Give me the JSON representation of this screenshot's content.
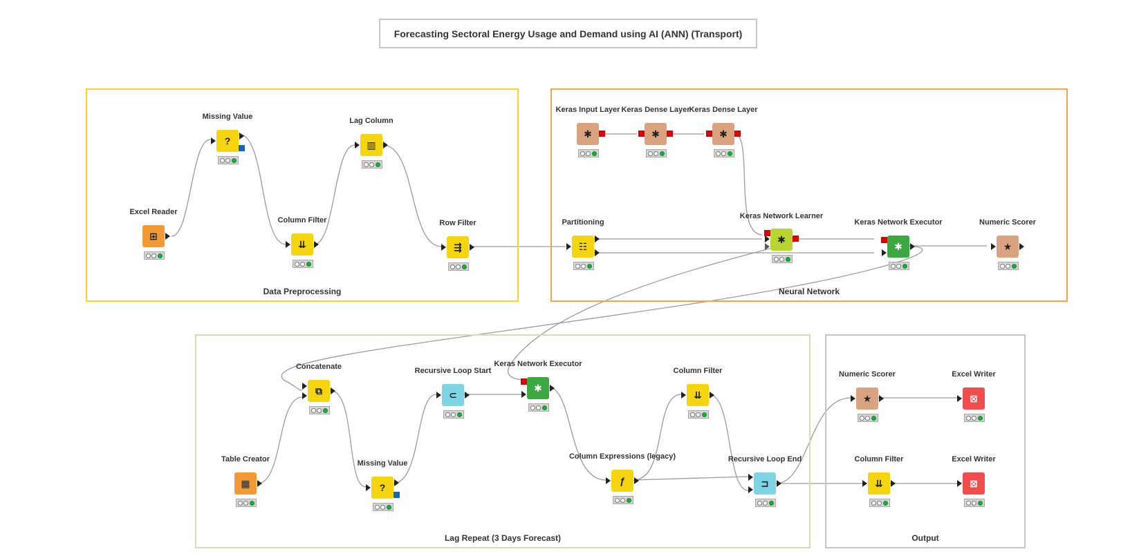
{
  "workflow_title": "Forecasting Sectoral Energy Usage and Demand using AI (ANN) (Transport)",
  "annotations": [
    {
      "id": "data-preprocessing",
      "label": "Data Preprocessing",
      "color": "#f5d52a"
    },
    {
      "id": "neural-network",
      "label": "Neural Network",
      "color": "#f2a44b"
    },
    {
      "id": "lag-repeat",
      "label": "Lag Repeat (3 Days Forecast)",
      "color": "#d6dcb8"
    },
    {
      "id": "output",
      "label": "Output",
      "color": "#c4c4c4"
    }
  ],
  "node_colors": {
    "source": "#f39a36",
    "manipulator": "#f5d50f",
    "learner": "#b9d531",
    "predictor": "#3da741",
    "other": "#d9a37f",
    "loop": "#7fd4e3",
    "sink": "#f04e4e"
  },
  "nodes": [
    {
      "id": "excel-reader",
      "label": "Excel Reader",
      "type": "source",
      "icon": "excel-reader-icon",
      "glyph": "⊞"
    },
    {
      "id": "missing-value-1",
      "label": "Missing Value",
      "type": "manipulator",
      "icon": "question-mark-icon",
      "glyph": "?"
    },
    {
      "id": "column-filter-1",
      "label": "Column Filter",
      "type": "manipulator",
      "icon": "column-filter-icon",
      "glyph": "⇊"
    },
    {
      "id": "lag-column",
      "label": "Lag Column",
      "type": "manipulator",
      "icon": "lag-column-icon",
      "glyph": "▥"
    },
    {
      "id": "row-filter",
      "label": "Row Filter",
      "type": "manipulator",
      "icon": "row-filter-icon",
      "glyph": "⇶"
    },
    {
      "id": "keras-input-layer",
      "label": "Keras Input Layer",
      "type": "other",
      "icon": "keras-neural-icon",
      "glyph": "✱"
    },
    {
      "id": "keras-dense-layer-1",
      "label": "Keras Dense Layer",
      "type": "other",
      "icon": "keras-neural-icon",
      "glyph": "✱"
    },
    {
      "id": "keras-dense-layer-2",
      "label": "Keras Dense Layer",
      "type": "other",
      "icon": "keras-neural-icon",
      "glyph": "✱"
    },
    {
      "id": "partitioning",
      "label": "Partitioning",
      "type": "manipulator",
      "icon": "partitioning-icon",
      "glyph": "☷"
    },
    {
      "id": "keras-network-learner",
      "label": "Keras Network Learner",
      "type": "learner",
      "icon": "keras-neural-icon",
      "glyph": "✱"
    },
    {
      "id": "keras-network-executor-1",
      "label": "Keras Network Executor",
      "type": "predictor",
      "icon": "keras-neural-icon",
      "glyph": "✱"
    },
    {
      "id": "numeric-scorer-1",
      "label": "Numeric Scorer",
      "type": "other",
      "icon": "numeric-scorer-icon",
      "glyph": "★"
    },
    {
      "id": "concatenate",
      "label": "Concatenate",
      "type": "manipulator",
      "icon": "concatenate-icon",
      "glyph": "⧉"
    },
    {
      "id": "table-creator",
      "label": "Table Creator",
      "type": "source",
      "icon": "table-creator-icon",
      "glyph": "▦"
    },
    {
      "id": "missing-value-2",
      "label": "Missing Value",
      "type": "manipulator",
      "icon": "question-mark-icon",
      "glyph": "?"
    },
    {
      "id": "recursive-loop-start",
      "label": "Recursive Loop Start",
      "type": "loop",
      "icon": "loop-start-icon",
      "glyph": "⊂"
    },
    {
      "id": "keras-network-executor-2",
      "label": "Keras Network Executor",
      "type": "predictor",
      "icon": "keras-neural-icon",
      "glyph": "✱"
    },
    {
      "id": "column-expressions",
      "label": "Column Expressions (legacy)",
      "type": "manipulator",
      "icon": "column-expressions-icon",
      "glyph": "ƒ"
    },
    {
      "id": "column-filter-2",
      "label": "Column Filter",
      "type": "manipulator",
      "icon": "column-filter-icon",
      "glyph": "⇊"
    },
    {
      "id": "recursive-loop-end",
      "label": "Recursive Loop End",
      "type": "loop",
      "icon": "loop-end-icon",
      "glyph": "⊐"
    },
    {
      "id": "numeric-scorer-2",
      "label": "Numeric Scorer",
      "type": "other",
      "icon": "numeric-scorer-icon",
      "glyph": "★"
    },
    {
      "id": "excel-writer-1",
      "label": "Excel Writer",
      "type": "sink",
      "icon": "excel-writer-icon",
      "glyph": "⊠"
    },
    {
      "id": "column-filter-3",
      "label": "Column Filter",
      "type": "manipulator",
      "icon": "column-filter-icon",
      "glyph": "⇊"
    },
    {
      "id": "excel-writer-2",
      "label": "Excel Writer",
      "type": "sink",
      "icon": "excel-writer-icon",
      "glyph": "⊠"
    }
  ]
}
